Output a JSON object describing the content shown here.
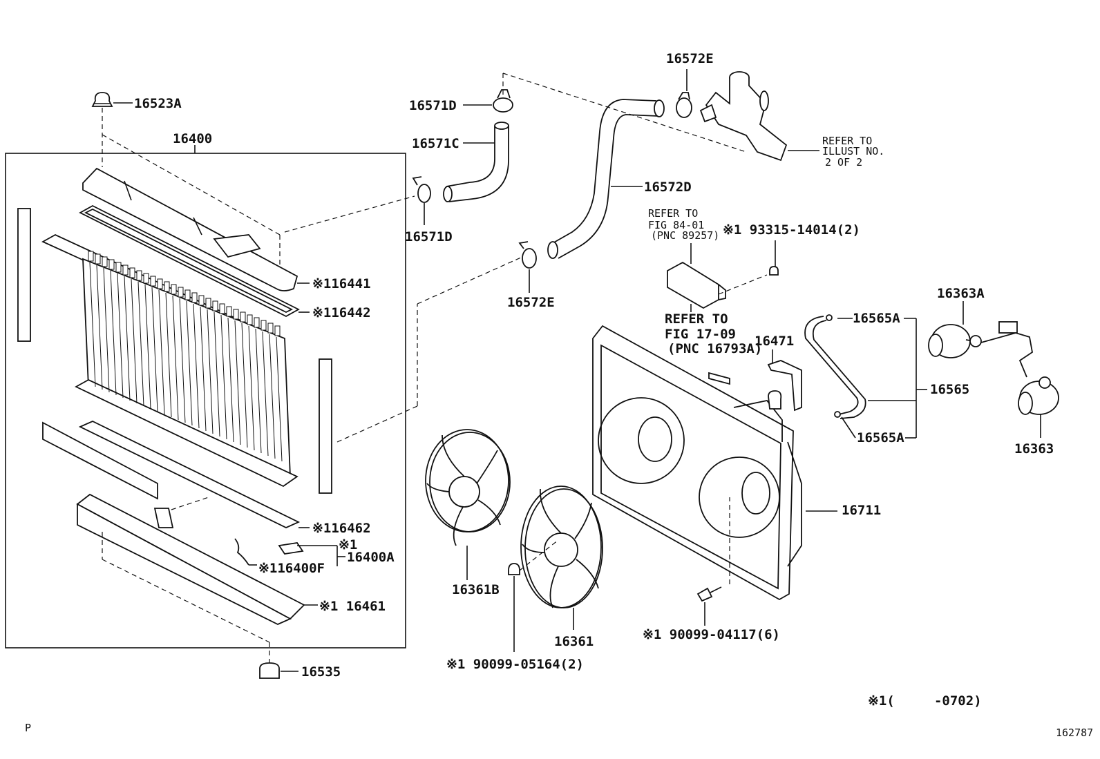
{
  "labels": {
    "p16523A": "16523A",
    "p16400": "16400",
    "p116441": "※116441",
    "p116442": "※116442",
    "p116462": "※116462",
    "p1": "※1",
    "p16400A": "16400A",
    "p116400F": "※116400F",
    "p16461": "※1 16461",
    "p16535": "16535",
    "p16571D_top": "16571D",
    "p16571C": "16571C",
    "p16571D_bot": "16571D",
    "p16572E_top": "16572E",
    "p16572D": "16572D",
    "p16572E_bot": "16572E",
    "p93315": "※1 93315-14014(2)",
    "p16565A_top": "16565A",
    "p16565": "16565",
    "p16565A_bot": "16565A",
    "p16471": "16471",
    "p16363A": "16363A",
    "p16363": "16363",
    "p16711": "16711",
    "p16361B": "16361B",
    "p16361": "16361",
    "p90099_05164": "※1 90099-05164(2)",
    "p90099_04117": "※1 90099-04117(6)"
  },
  "notes": {
    "illust": [
      "REFER TO",
      "ILLUST NO.",
      "2 OF 2"
    ],
    "fig84": [
      "REFER TO",
      "FIG 84-01",
      "(PNC 89257)"
    ],
    "fig17": [
      "REFER TO",
      "FIG 17-09",
      "(PNC 16793A)"
    ]
  },
  "footer": {
    "applicability": "※1(     -0702)",
    "letter": "P",
    "figure_number": "162787"
  }
}
